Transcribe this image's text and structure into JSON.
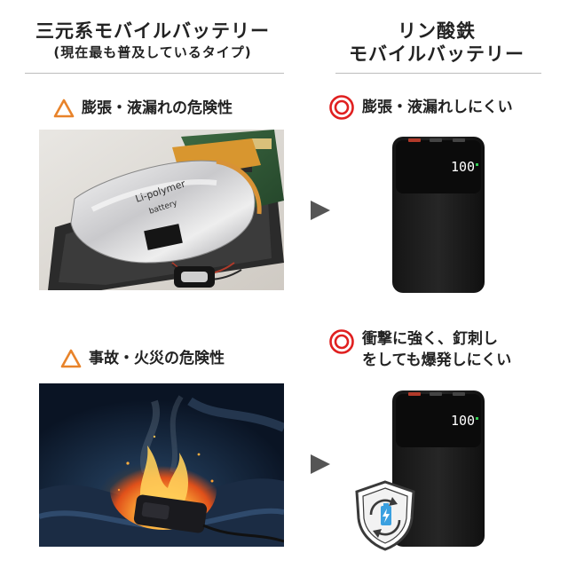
{
  "left_header": {
    "title": "三元系モバイルバッテリー",
    "subtitle": "(現在最も普及しているタイプ)"
  },
  "right_header": {
    "line1": "リン酸鉄",
    "line2": "モバイルバッテリー"
  },
  "row1": {
    "left_label": "膨張・液漏れの危険性",
    "right_label": "膨張・液漏れしにくい",
    "photo_text_1": "Li-polymer",
    "photo_text_2": "battery",
    "display_value": "100"
  },
  "row2": {
    "left_label": "事故・火災の危険性",
    "right_label_1": "衝撃に強く、釘刺し",
    "right_label_2": "をしても爆発しにくい",
    "display_value": "100"
  },
  "colors": {
    "warning": "#e8832a",
    "good": "#e02020",
    "arrow": "#555555",
    "shield": "#3a3a3a",
    "battery": "#3aa0e0"
  }
}
